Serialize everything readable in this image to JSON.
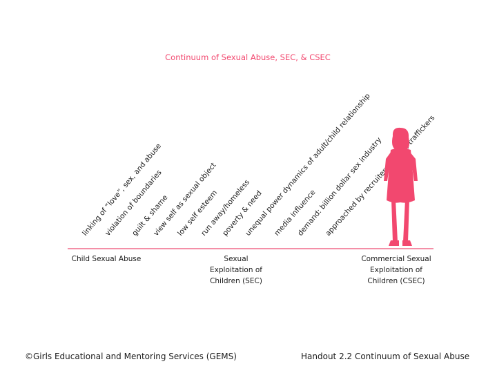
{
  "title": "Continuum of Sexual Abuse, SEC, & CSEC",
  "accent_color": "#f2486f",
  "line_color": "#f06a8a",
  "factors": [
    {
      "text": "linking of “love”, sex, and abuse"
    },
    {
      "text": "violation of boundaries"
    },
    {
      "text": "guilt & shame"
    },
    {
      "text": "view self as sexual object"
    },
    {
      "text": "low self esteem"
    },
    {
      "text": "run away/homeless"
    },
    {
      "text": "poverty & need"
    },
    {
      "text": "unequal power dynamics of adult/child relationship"
    },
    {
      "text": "media influence"
    },
    {
      "text": "demand: billion dollar sex industry"
    },
    {
      "text": "approached by recruiters, pimps, traffickers"
    }
  ],
  "stages": [
    {
      "label": "Child Sexual Abuse"
    },
    {
      "label": "Sexual Exploitation of Children (SEC)"
    },
    {
      "label": "Commercial Sexual Exploitation of Children (CSEC)"
    }
  ],
  "figure_icon": "standing-girl-silhouette-icon",
  "footer": {
    "credit": "©Girls Educational and Mentoring Services (GEMS)",
    "handout": "Handout 2.2 Continuum of Sexual Abuse"
  }
}
